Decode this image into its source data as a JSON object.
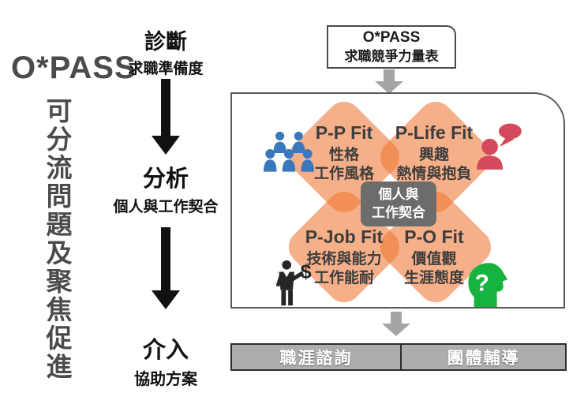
{
  "colors": {
    "ink": "#111111",
    "brand-gray": "#4b4b4b",
    "quad-text": "#3d3d3d",
    "orange": "#EE7733",
    "center-gray": "#6C6C6C",
    "arrow-gray": "#A5A5A5",
    "panel-border": "#5a5a5a",
    "bottom-fill": "#ADADAD",
    "bottom-border": "#2e2e2e",
    "icon-blue": "#3A78BE",
    "icon-red": "#D4495B",
    "icon-black": "#262626",
    "icon-green": "#16B43E"
  },
  "left": {
    "brand": "O*PASS",
    "slogan_vertical": "可分流問題及聚焦促進"
  },
  "process": {
    "steps": [
      {
        "title": "診斷",
        "subtitle": "求職準備度"
      },
      {
        "title": "分析",
        "subtitle": "個人與工作契合"
      },
      {
        "title": "介入",
        "subtitle": "協助方案"
      }
    ]
  },
  "scale_box": {
    "line1": "O*PASS",
    "line2": "求職競爭力量表"
  },
  "fit_model": {
    "center": {
      "line1": "個人與",
      "line2": "工作契合"
    },
    "quadrants": [
      {
        "title": "P-P Fit",
        "line1": "性格",
        "line2": "工作風格",
        "icon": "people-group-icon"
      },
      {
        "title": "P-Life Fit",
        "line1": "興趣",
        "line2": "熱情與抱負",
        "icon": "person-speech-icon"
      },
      {
        "title": "P-Job Fit",
        "line1": "技術與能力",
        "line2": "工作能耐",
        "icon": "businessman-dollar-icon"
      },
      {
        "title": "P-O Fit",
        "line1": "價值觀",
        "line2": "生涯態度",
        "icon": "head-question-icon"
      }
    ]
  },
  "interventions": [
    {
      "label": "職涯諮詢"
    },
    {
      "label": "團體輔導"
    }
  ]
}
